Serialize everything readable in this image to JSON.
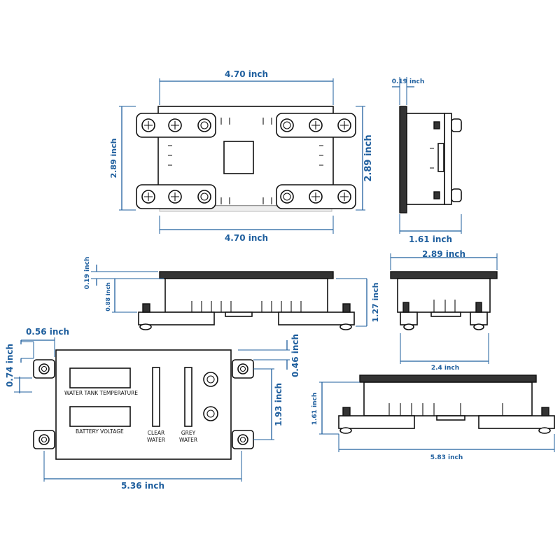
{
  "dimensions": {
    "top_width_top": "4.70 inch",
    "top_width_bottom": "4.70 inch",
    "top_height_left": "2.89 inch",
    "top_height_right": "2.89 inch",
    "side_thickness": "0.19 inch",
    "side_depth": "1.61 inch",
    "front_thickness": "0.19 inch",
    "front_body": "0.88 inch",
    "front_height": "1.27 inch",
    "end_width": "2.89 inch",
    "end_base": "2.4 inch",
    "panel_ear_width": "0.56 inch",
    "panel_ear_height": "0.74 inch",
    "panel_top_offset": "0.46 inch",
    "panel_hole_spacing": "1.93 inch",
    "panel_width": "5.36 inch",
    "bottom_height": "1.61 inch",
    "bottom_width": "5.83 inch"
  },
  "panel": {
    "display_top_label": "WATER TANK TEMPERATURE",
    "display_bottom_label": "BATTERY VOLTAGE",
    "bar_left_label_1": "CLEAR",
    "bar_left_label_2": "WATER",
    "bar_right_label_1": "GREY",
    "bar_right_label_2": "WATER"
  },
  "colors": {
    "dimension": "#1f5f9e",
    "outline": "#111111"
  }
}
